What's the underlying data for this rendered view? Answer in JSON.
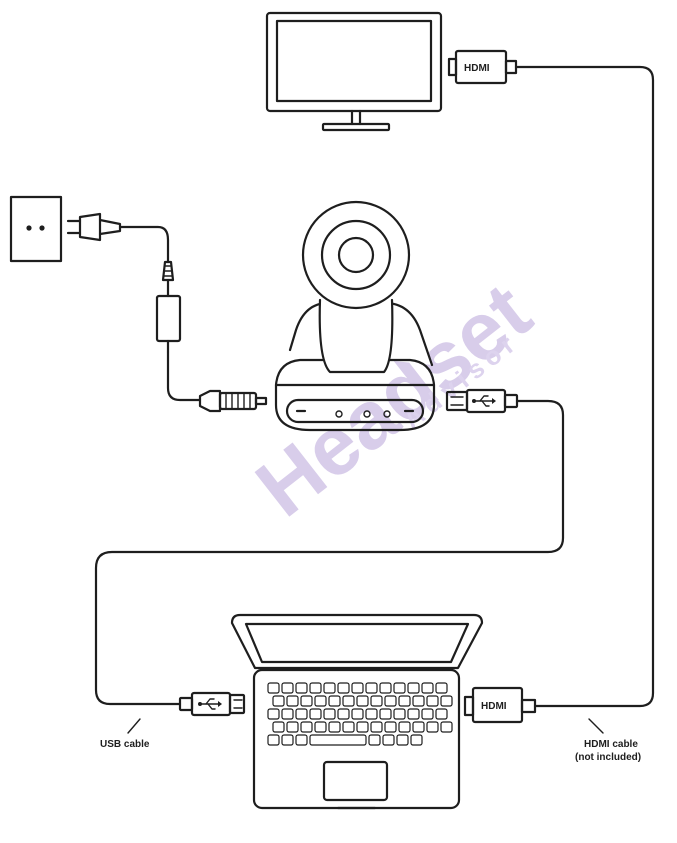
{
  "labels": {
    "usb_cable": "USB cable",
    "hdmi_cable": "HDMI cable",
    "hdmi_not_included": "(not included)"
  },
  "plugs": {
    "hdmi_top": "HDMI",
    "hdmi_bottom": "HDMI"
  },
  "watermark": {
    "brand": "Headset",
    "sub": "Advisor"
  },
  "colors": {
    "line": "#1e1e1e",
    "watermark": "#d8cdea"
  }
}
